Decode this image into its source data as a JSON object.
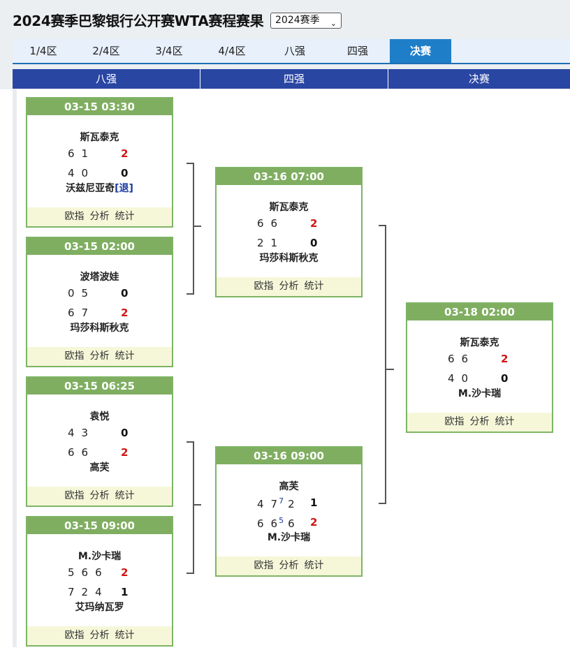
{
  "page": {
    "title": "2024赛季巴黎银行公开赛WTA赛程赛果",
    "season_selected": "2024赛季"
  },
  "tabs": [
    {
      "label": "1/4区",
      "active": false
    },
    {
      "label": "2/4区",
      "active": false
    },
    {
      "label": "3/4区",
      "active": false
    },
    {
      "label": "4/4区",
      "active": false
    },
    {
      "label": "八强",
      "active": false
    },
    {
      "label": "四强",
      "active": false
    },
    {
      "label": "决赛",
      "active": true
    }
  ],
  "columns": [
    "八强",
    "四强",
    "决赛"
  ],
  "footer_links": [
    "欧指",
    "分析",
    "统计"
  ],
  "matches": [
    {
      "time": "03-15 03:30",
      "p1": "斯瓦泰克",
      "p1_sets": [
        "6",
        "1"
      ],
      "p1_tb": [
        "",
        ""
      ],
      "p1_total": "2",
      "p2": "沃兹尼亚奇",
      "p2_note": "[退]",
      "p2_sets": [
        "4",
        "0"
      ],
      "p2_tb": [
        "",
        ""
      ],
      "p2_total": "0",
      "winner": 1
    },
    {
      "time": "03-15 02:00",
      "p1": "波塔波娃",
      "p1_sets": [
        "0",
        "5"
      ],
      "p1_tb": [
        "",
        ""
      ],
      "p1_total": "0",
      "p2": "玛莎科斯秋克",
      "p2_note": "",
      "p2_sets": [
        "6",
        "7"
      ],
      "p2_tb": [
        "",
        ""
      ],
      "p2_total": "2",
      "winner": 2
    },
    {
      "time": "03-15 06:25",
      "p1": "袁悦",
      "p1_sets": [
        "4",
        "3"
      ],
      "p1_tb": [
        "",
        ""
      ],
      "p1_total": "0",
      "p2": "高芙",
      "p2_note": "",
      "p2_sets": [
        "6",
        "6"
      ],
      "p2_tb": [
        "",
        ""
      ],
      "p2_total": "2",
      "winner": 2
    },
    {
      "time": "03-15 09:00",
      "p1": "M.沙卡瑞",
      "p1_sets": [
        "5",
        "6",
        "6"
      ],
      "p1_tb": [
        "",
        "",
        ""
      ],
      "p1_total": "2",
      "p2": "艾玛纳瓦罗",
      "p2_note": "",
      "p2_sets": [
        "7",
        "2",
        "4"
      ],
      "p2_tb": [
        "",
        "",
        ""
      ],
      "p2_total": "1",
      "winner": 1
    },
    {
      "time": "03-16 07:00",
      "p1": "斯瓦泰克",
      "p1_sets": [
        "6",
        "6"
      ],
      "p1_tb": [
        "",
        ""
      ],
      "p1_total": "2",
      "p2": "玛莎科斯秋克",
      "p2_note": "",
      "p2_sets": [
        "2",
        "1"
      ],
      "p2_tb": [
        "",
        ""
      ],
      "p2_total": "0",
      "winner": 1
    },
    {
      "time": "03-16 09:00",
      "p1": "高芙",
      "p1_sets": [
        "4",
        "7",
        "2"
      ],
      "p1_tb": [
        "",
        "7",
        ""
      ],
      "p1_total": "1",
      "p2": "M.沙卡瑞",
      "p2_note": "",
      "p2_sets": [
        "6",
        "6",
        "6"
      ],
      "p2_tb": [
        "",
        "5",
        ""
      ],
      "p2_total": "2",
      "winner": 2
    },
    {
      "time": "03-18 02:00",
      "p1": "斯瓦泰克",
      "p1_sets": [
        "6",
        "6"
      ],
      "p1_tb": [
        "",
        ""
      ],
      "p1_total": "2",
      "p2": "M.沙卡瑞",
      "p2_note": "",
      "p2_sets": [
        "4",
        "0"
      ],
      "p2_tb": [
        "",
        ""
      ],
      "p2_total": "0",
      "winner": 1
    }
  ]
}
